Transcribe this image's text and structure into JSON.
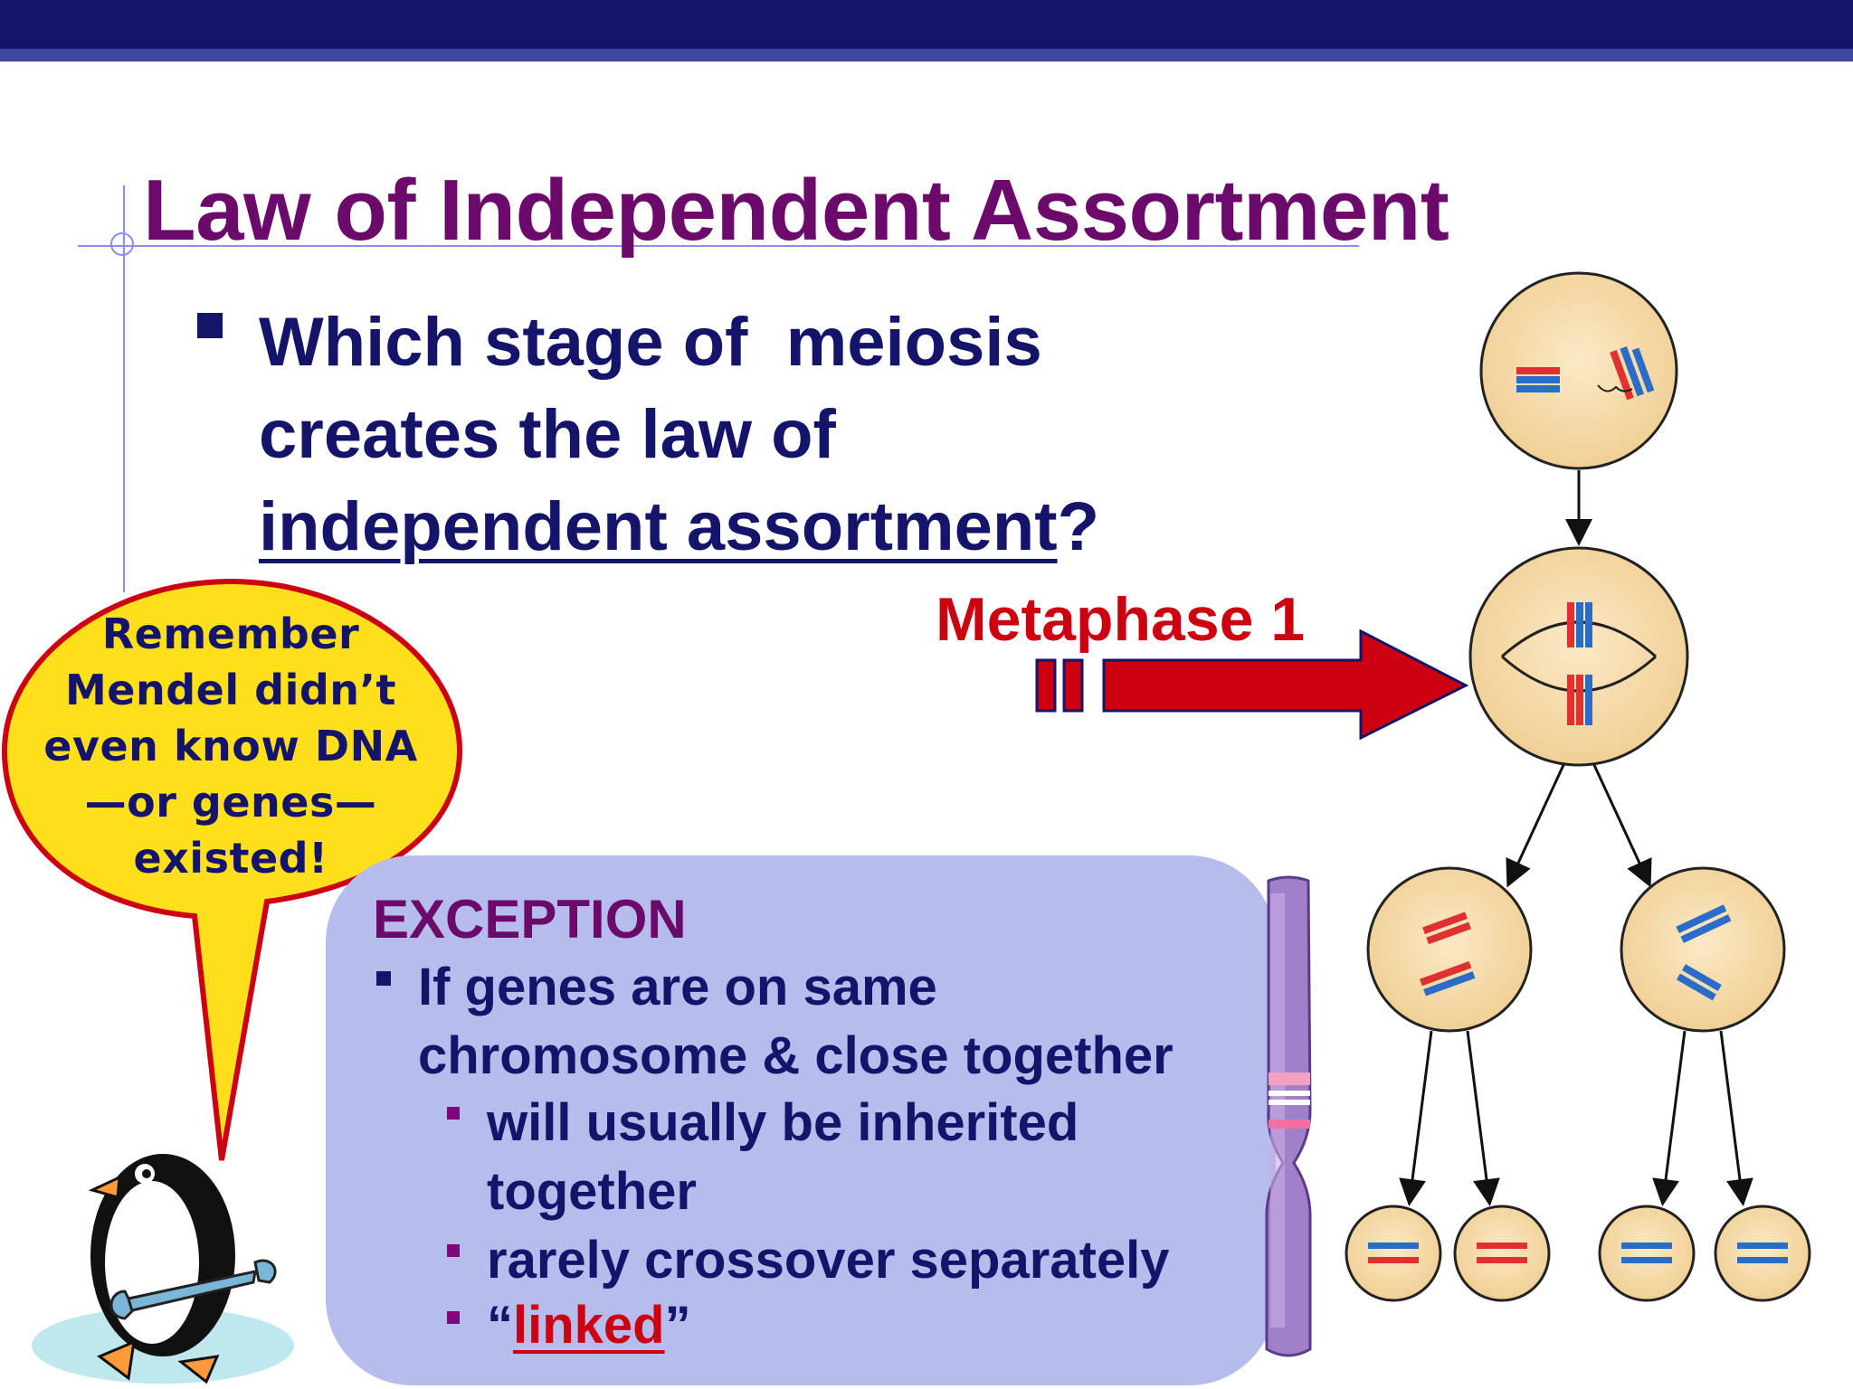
{
  "slide": {
    "title": "Law of Independent Assortment",
    "question": {
      "line1": "Which stage of  meiosis",
      "line2": "creates the law of",
      "line3_underlined": "independent assortment",
      "line3_suffix": "?"
    },
    "answer_label": "Metaphase 1",
    "speech_bubble": {
      "line1": "Remember",
      "line2": "Mendel didn’t",
      "line3": "even know DNA",
      "line4": "—or genes—",
      "line5": "existed!"
    },
    "exception": {
      "heading": "EXCEPTION",
      "bullet1_line1": "If genes are on same",
      "bullet1_line2": "chromosome & close together",
      "sub1_line1": "will usually be inherited",
      "sub1_line2": "together",
      "sub2": "rarely crossover separately",
      "sub3_open_quote": "“",
      "sub3_word": "linked",
      "sub3_close_quote": "”"
    },
    "colors": {
      "title": "#6b0a6b",
      "body_text": "#14146a",
      "accent_red": "#cc0010",
      "bubble_fill": "#ffe01a",
      "exception_box": "#b6bcec",
      "cell_fill": "#f3d9a6",
      "chromosome_fill": "#a080c8"
    },
    "icons": [
      "penguin-with-wrench-icon",
      "chromosome-icon",
      "meiosis-cell-diagram-icon"
    ]
  }
}
